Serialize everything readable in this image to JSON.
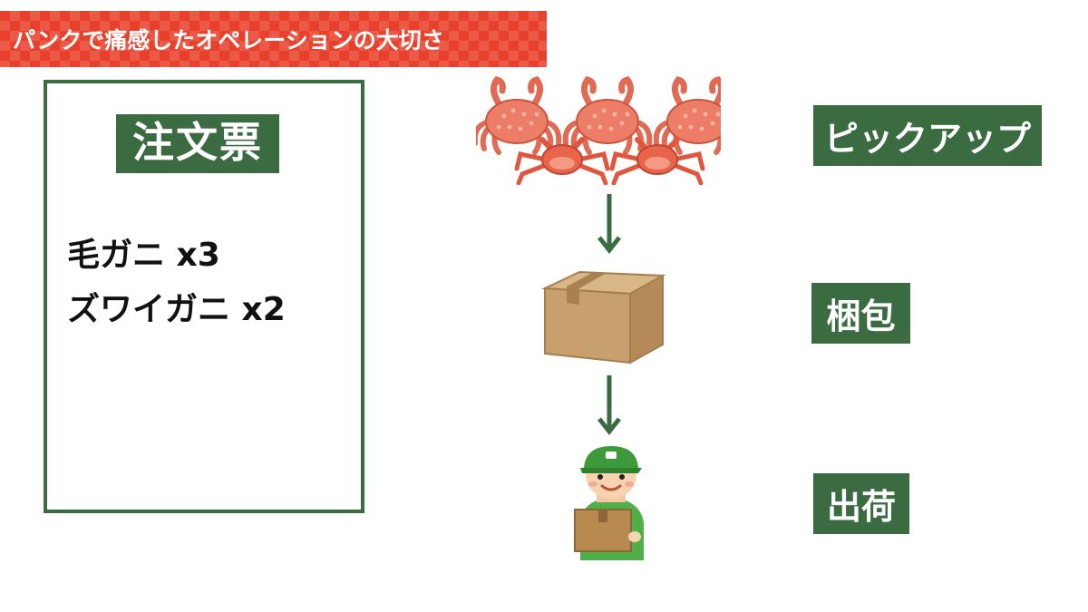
{
  "title": "パンクで痛感したオペレーションの大切さ",
  "order_slip": {
    "heading": "注文票",
    "items": [
      "毛ガニ x3",
      "ズワイガニ x2"
    ]
  },
  "steps": {
    "pickup": "ピックアップ",
    "packing": "梱包",
    "shipping": "出荷"
  },
  "colors": {
    "banner_red": "#e8402c",
    "dark_green": "#3a6b41",
    "crab_orange": "#e8654c",
    "box_brown": "#c7a06e"
  },
  "icons": [
    "hairy-crab-icon",
    "snow-crab-icon",
    "cardboard-box-icon",
    "delivery-person-icon",
    "down-arrow-icon"
  ]
}
